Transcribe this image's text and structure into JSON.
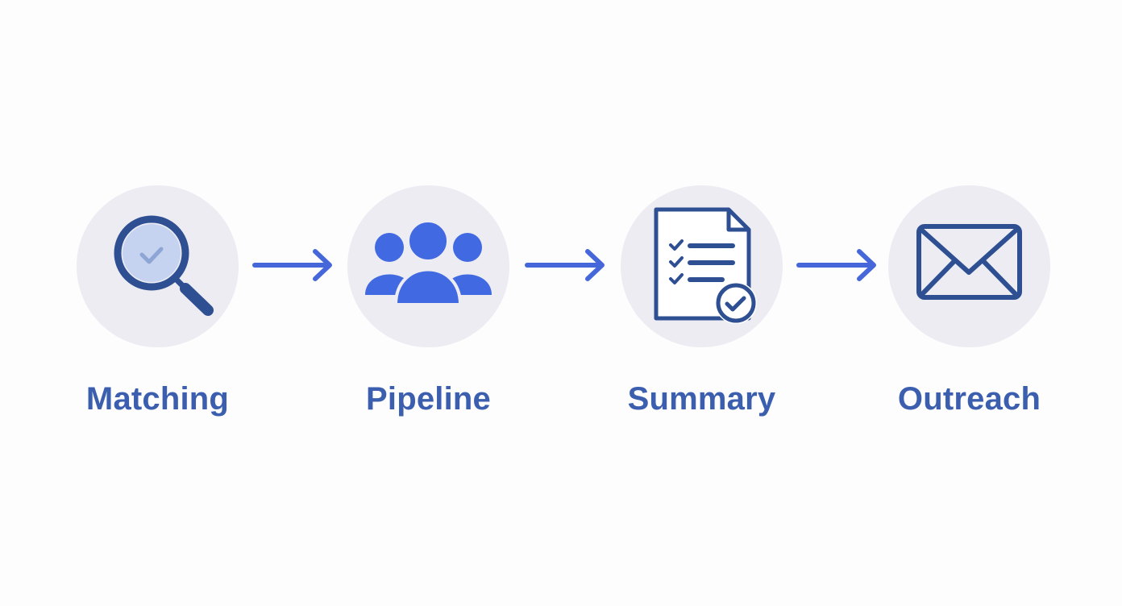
{
  "colors": {
    "background": "#fdfdfe",
    "circle": "#ececf2",
    "label": "#3b5fae",
    "arrow": "#4667d9",
    "icon_dark": "#2f4f93",
    "icon_bright": "#4169e1",
    "icon_light": "#c6d3f0"
  },
  "steps": [
    {
      "label": "Matching",
      "icon": "magnifier-check-icon"
    },
    {
      "label": "Pipeline",
      "icon": "people-group-icon"
    },
    {
      "label": "Summary",
      "icon": "checklist-document-icon"
    },
    {
      "label": "Outreach",
      "icon": "envelope-icon"
    }
  ]
}
